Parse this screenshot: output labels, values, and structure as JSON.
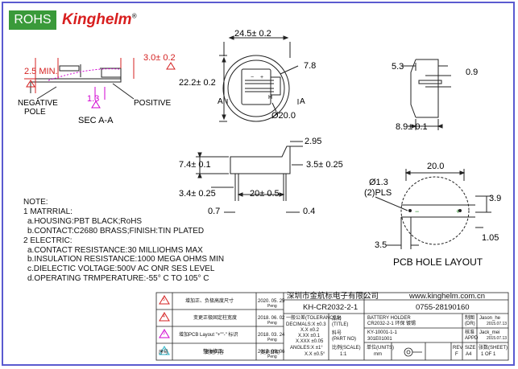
{
  "header": {
    "rohs": "ROHS",
    "brand": "Kinghelm",
    "brand_mark": "®"
  },
  "section_view": {
    "dim_left": "2.5 MIN.",
    "dim_right": "3.0± 0.2",
    "dim_mid": "1.3",
    "negative_pole": "NEGATIVE",
    "negative_pole_2": "POLE",
    "positive": "POSITIVE",
    "section_label": "SEC A-A"
  },
  "top_view": {
    "width": "24.5± 0.2",
    "height": "22.2± 0.2",
    "tab": "7.8",
    "diameter": "Ø20.0",
    "section_a1": "A",
    "section_a2": "A",
    "marker_h": "H"
  },
  "side_view": {
    "top": "5.3",
    "pin": "0.9",
    "bottom": "8.9± 0.1"
  },
  "front_view": {
    "top": "2.95",
    "height": "7.4± 0.1",
    "right": "3.5± 0.25",
    "left_low": "3.4± 0.25",
    "pitch": "20± 0.5",
    "pin_left": "0.7",
    "pin_right": "0.4"
  },
  "pcb": {
    "width": "20.0",
    "hole": "Ø1.3",
    "hole_count": "(2)PLS",
    "right": "3.9",
    "left_bottom": "3.5",
    "right_bottom": "1.05",
    "title": "PCB HOLE LAYOUT"
  },
  "notes": {
    "heading": "NOTE:",
    "m1": "1 MATRRIAL:",
    "m1a": "a.HOUSING:PBT BLACK;RoHS",
    "m1b": "b.CONTACT:C2680 BRASS;FINISH:TIN PLATED",
    "m2": "2 ELECTRIC:",
    "m2a": "a.CONTACT RESISTANCE:30 MILLIOHMS MAX",
    "m2b": "b.INSULATION RESISTANCE:1000 MEGA OHMS MIN",
    "m2c": "c.DIELECTIC VOLTAGE:500V AC ONR SES LEVEL",
    "m2d": "d.OPERATING TRMPERATURE:-55° C TO 105° C"
  },
  "revisions": [
    {
      "mark": "5",
      "desc": "增加正、负极高度尺寸",
      "date": "2020. 05. 25",
      "by": "Peng",
      "color": "#d42020"
    },
    {
      "mark": "4",
      "desc": "变更正极固定柱宽度",
      "date": "2018. 06. 02",
      "by": "Peng",
      "color": "#d42020"
    },
    {
      "mark": "3",
      "desc": "增加PCB Layout \"+\"\"-\" 标识",
      "date": "2018. 03. 24",
      "by": "Peng",
      "color": "#d000d0"
    },
    {
      "mark": "2",
      "desc": "整体修正",
      "date": "2017. 09. 06",
      "by": "Peng",
      "color": "#2bb5c8"
    }
  ],
  "rev_header": {
    "no": "序号",
    "desc": "变更内容",
    "date": "变更日期",
    "by": "变更人"
  },
  "title_block": {
    "company": "深圳市金航标电子有限公司",
    "website": "www.kinghelm.com.cn",
    "part": "KH-CR2032-2-1",
    "phone": "0755-28190160",
    "tol_title": "一般公差(TOLERANCES)",
    "tol_1": "DECIMALS:X    ±0.3",
    "tol_2": "X.X    ±0.2",
    "tol_3": "X.XX    ±0.1",
    "tol_4": "X.XXX    ±0.05",
    "angles": "ANGLES:X    ±1°",
    "angles_2": "X.X    ±0.5°",
    "title_label": "品名",
    "title_label_en": "(TITLE)",
    "title_value": "BATTERY HOLDER",
    "title_value_2": "CR2032-2-1 环保 镀锡",
    "part_label": "料号",
    "part_label_en": "(PART NO)",
    "part_value": "KY-10001-1-1",
    "part_value_2": "301E01001",
    "scale_label": "比例(SCALE)",
    "scale_value": "1:1",
    "unit_label": "单位(UNITS)",
    "unit_value": "mm",
    "rev_label": "REV",
    "rev_value": "F",
    "size_label": "SIZE",
    "size_value": "A4",
    "sheet_label": "张数(SHEET)",
    "sheet_value": "1 OF 1",
    "dr_label": "制图",
    "dr_label_en": "(DR)",
    "dr_name": "Jason_he",
    "dr_date": "2015.07.13",
    "appd_label": "核准",
    "appd_label_en": "APPD",
    "appd_name": "Jack_mei",
    "appd_date": "2015.07.13"
  }
}
